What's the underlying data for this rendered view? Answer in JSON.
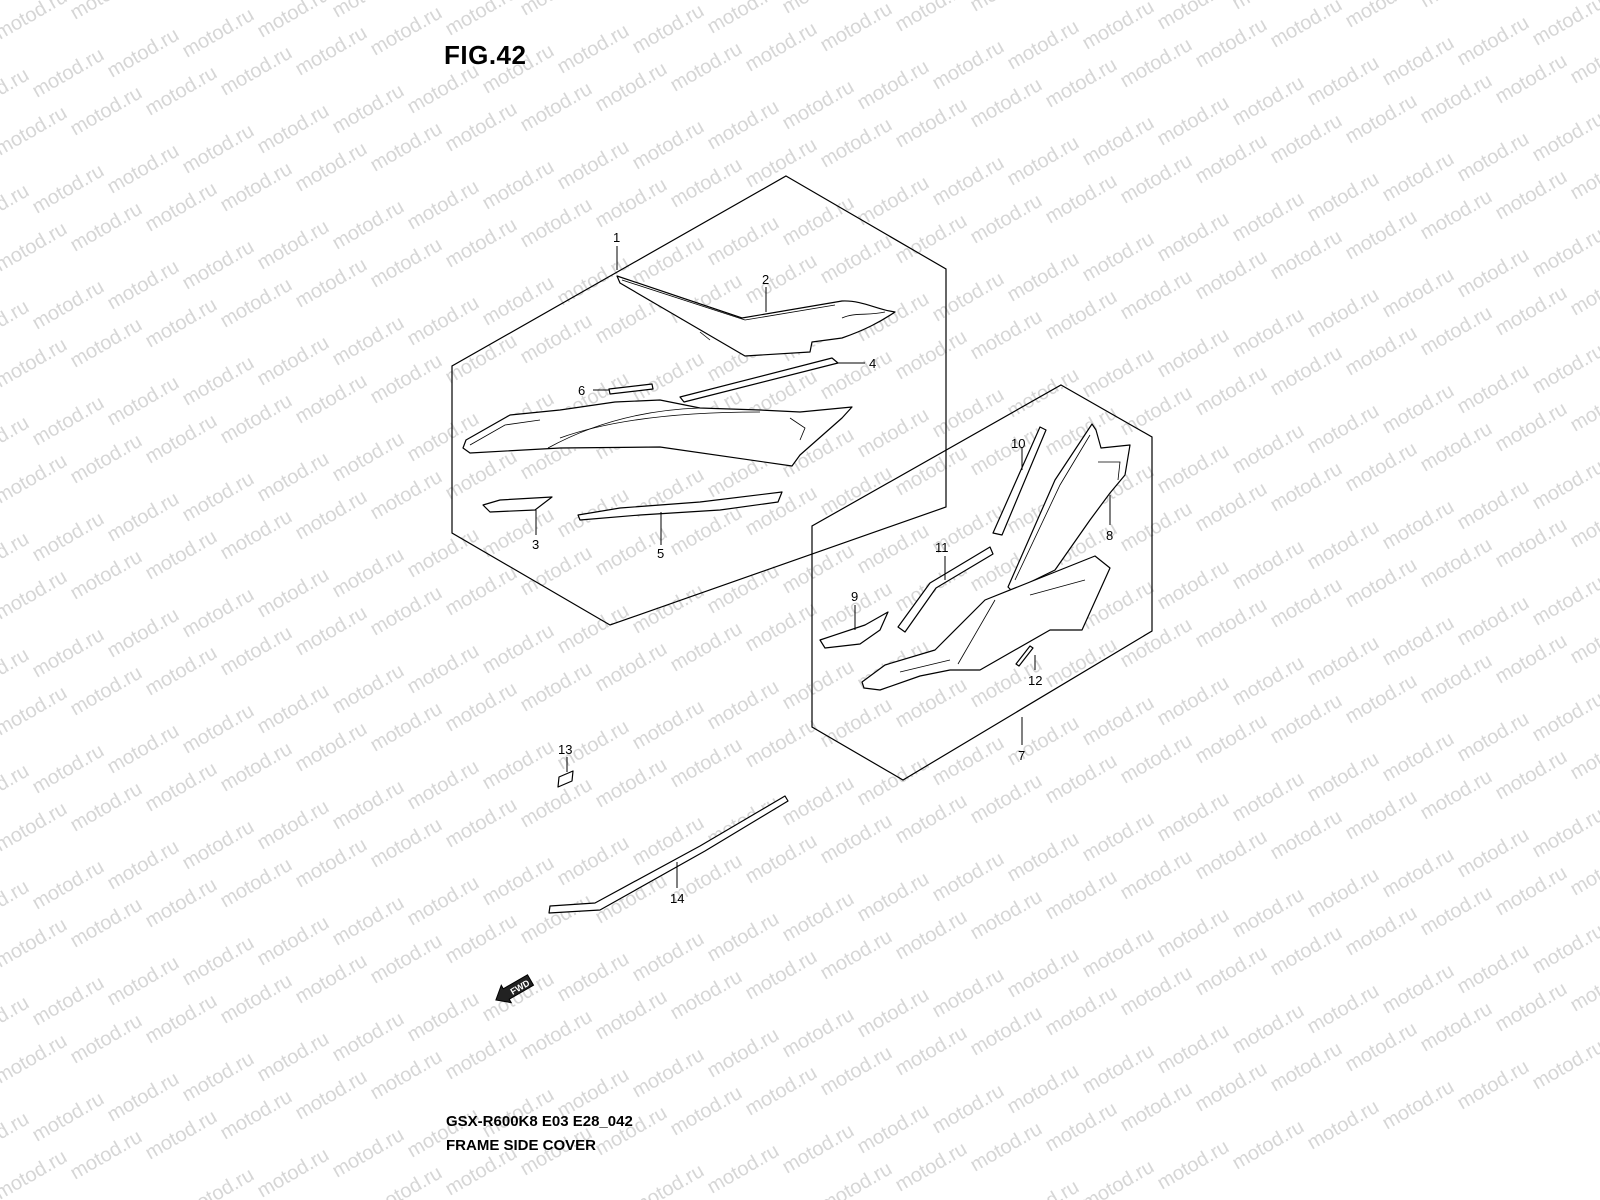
{
  "figure": {
    "title": "FIG.42"
  },
  "watermark": {
    "text": "motod.ru"
  },
  "caption": {
    "model_code": "GSX-R600K8 E03 E28_042",
    "name": "FRAME SIDE COVER"
  },
  "fwd_arrow": {
    "label": "FWD"
  },
  "callouts": {
    "c1": "1",
    "c2": "2",
    "c3": "3",
    "c4": "4",
    "c5": "5",
    "c6": "6",
    "c7": "7",
    "c8": "8",
    "c9": "9",
    "c10": "10",
    "c11": "11",
    "c12": "12",
    "c13": "13",
    "c14": "14"
  }
}
